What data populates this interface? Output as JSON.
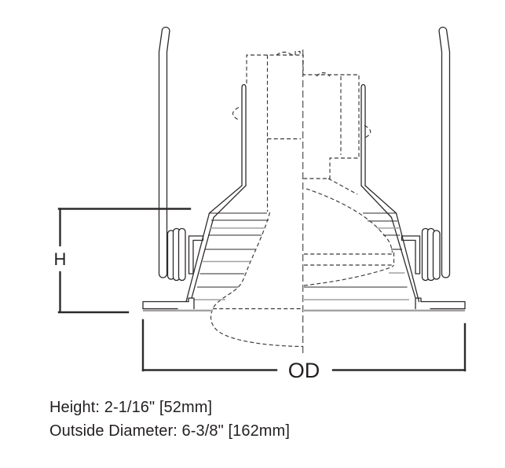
{
  "diagram": {
    "dimension_labels": {
      "height": "H",
      "outside_diameter": "OD"
    },
    "specs": [
      "Height: 2-1/16\" [52mm]",
      "Outside Diameter: 6-3/8\" [162mm]"
    ],
    "colors": {
      "line": "#2e2a2b",
      "gray": "#a3a1a1",
      "dashed": "#3a3637",
      "text": "#231f20",
      "background": "#ffffff"
    }
  }
}
